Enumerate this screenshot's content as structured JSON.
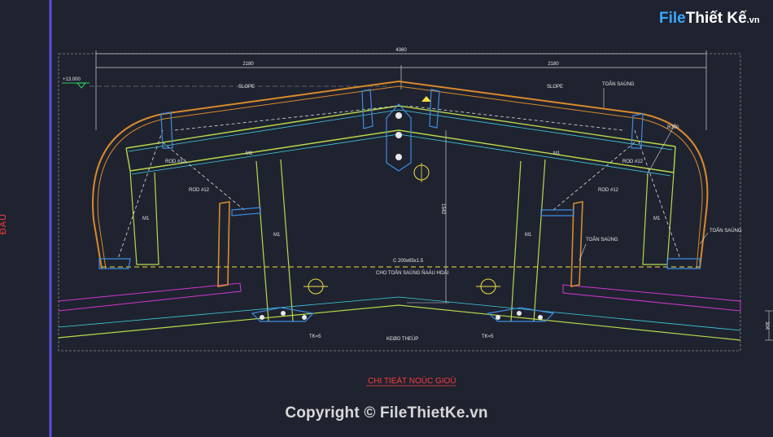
{
  "logo": {
    "brand": "File",
    "brand2": "Thiết Kế",
    "tld": ".vn"
  },
  "copyright": "Copyright © FileThietKe.vn",
  "side_label": "ĐÁU",
  "drawing": {
    "dim_total": "4360",
    "dim_left": "2180",
    "dim_right": "2180",
    "level_mark": "+13.000",
    "slope_left": "SLOPE",
    "slope_right": "SLOPE",
    "note_ton_sang_top": "TOÂN SAÙNG",
    "note_ton_sang_right": "TOÂN SAÙNG",
    "note_ton_sang_mid": "TOÂN SAÙNG",
    "note_r": "R300",
    "m1_labels": [
      "M1",
      "M1",
      "M1",
      "M1",
      "M1",
      "M1"
    ],
    "rod_labels": [
      "ROD #12",
      "ROD #12",
      "ROD #12",
      "ROD #12"
    ],
    "vertical_dim": "1542",
    "center_note_1": "C 200x65x1.5",
    "center_note_2": "CHO TOÂN SAÙNG ÑAÀU HOÀI",
    "tk_left": "TK=5",
    "tk_right": "TK=5",
    "keo_thep": "KEØO THEÙP",
    "right_dim": "304",
    "title": "CHI TIEÁT NOÙC GIOÙ"
  }
}
